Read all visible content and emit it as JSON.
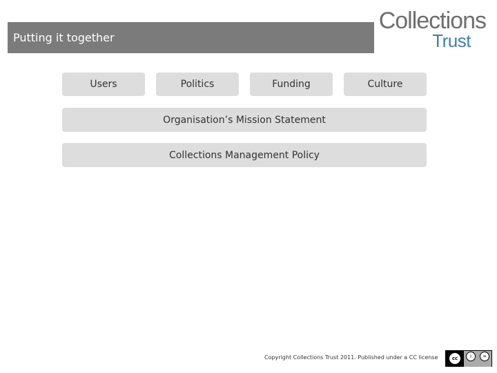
{
  "slide": {
    "title": "Putting it together"
  },
  "logo": {
    "line1": "Collections",
    "line2": "Trust",
    "colors": {
      "line1": "#6e6e6e",
      "line2": "#3e7fb0"
    }
  },
  "top_boxes": [
    {
      "label": "Users"
    },
    {
      "label": "Politics"
    },
    {
      "label": "Funding"
    },
    {
      "label": "Culture"
    }
  ],
  "mission_box": {
    "label": "Organisation’s Mission Statement"
  },
  "policy_box": {
    "label": "Collections Management Policy"
  },
  "footer": {
    "copyright": "Copyright Collections Trust 2011. Published under a CC license",
    "license_icon": "cc-by-nd-icon",
    "license_badge": {
      "cc": "cc",
      "by_symbol": "i",
      "nd_symbol": "="
    }
  },
  "colors": {
    "title_bar": "#7b7b7b",
    "box_fill": "#dddddd"
  }
}
